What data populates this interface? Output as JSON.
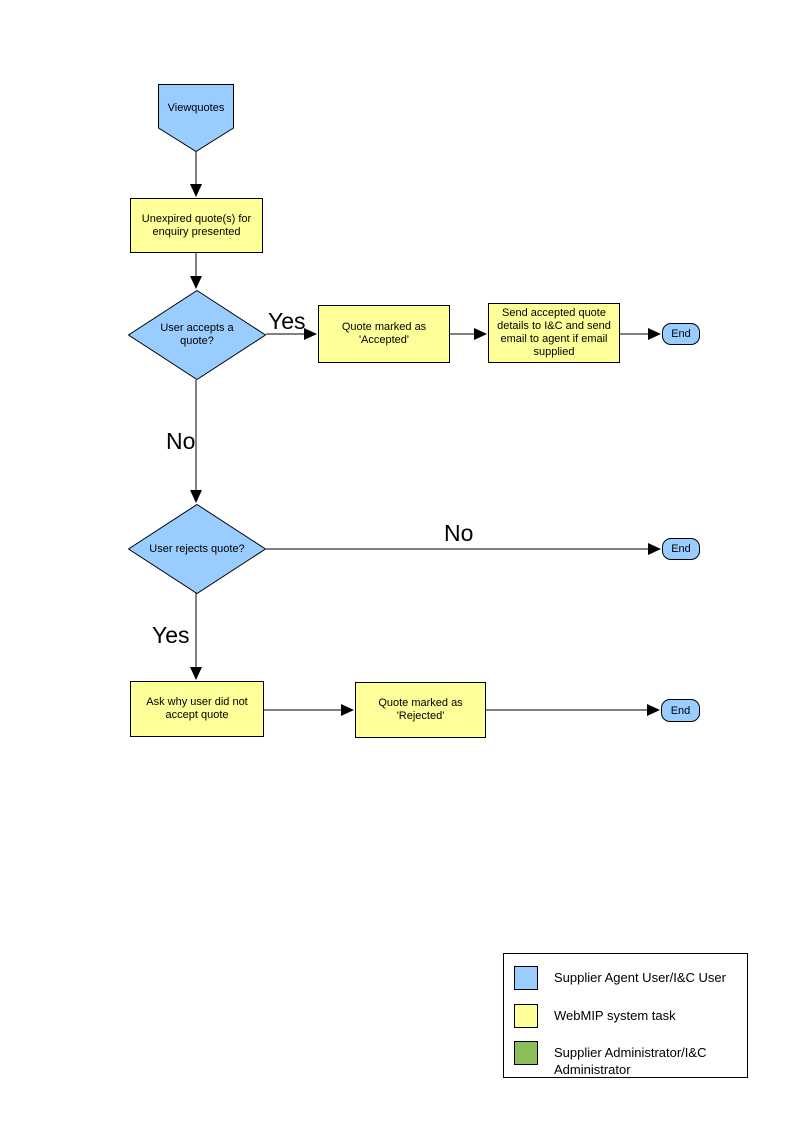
{
  "colors": {
    "actor_blue": "#99CCFF",
    "task_yellow": "#FFFF99",
    "admin_green": "#8CBE58",
    "line_black": "#000000"
  },
  "flowchart": {
    "start": {
      "label": "Viewquotes"
    },
    "boxes": {
      "unexpired": "Unexpired quote(s) for enquiry presented",
      "accepted": "Quote  marked as 'Accepted'",
      "send_details": "Send accepted quote details to I&C and send email to agent if email supplied",
      "ask_why": "Ask why user did not accept quote",
      "rejected": "Quote  marked as 'Rejected'"
    },
    "decisions": {
      "accepts": "User accepts a quote?",
      "rejects": "User rejects quote?"
    },
    "end_label": "End",
    "edge_labels": {
      "accepts_yes": "Yes",
      "accepts_no": "No",
      "rejects_no": "No",
      "rejects_yes": "Yes"
    }
  },
  "legend": {
    "items": [
      {
        "label": "Supplier Agent User/I&C User",
        "color": "#99CCFF"
      },
      {
        "label": "WebMIP system task",
        "color": "#FFFF99"
      },
      {
        "label": "Supplier Administrator/I&C Administrator",
        "color": "#8CBE58"
      }
    ]
  }
}
